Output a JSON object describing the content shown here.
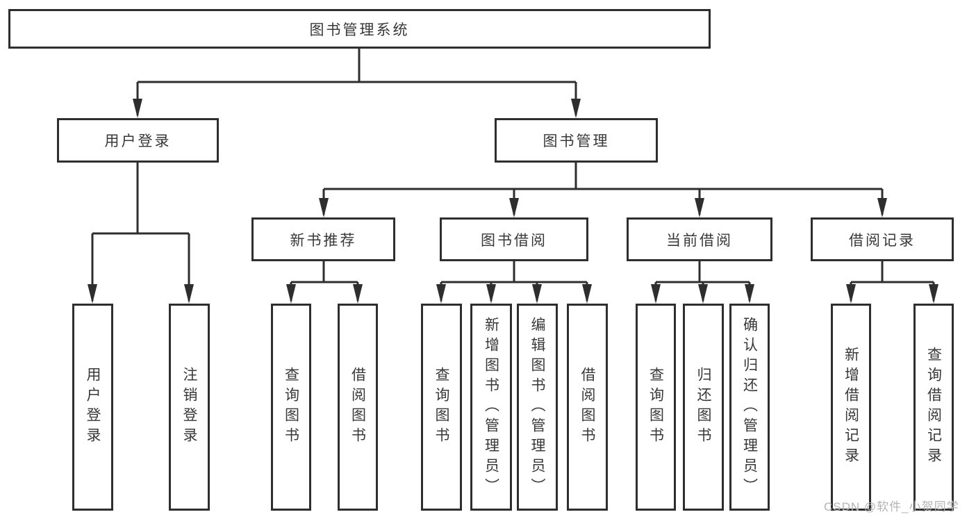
{
  "tree": {
    "root": {
      "label": "图书管理系统"
    },
    "branches": [
      {
        "label": "用户登录",
        "children": [
          {
            "label": "用户登录"
          },
          {
            "label": "注销登录"
          }
        ]
      },
      {
        "label": "图书管理",
        "modules": [
          {
            "label": "新书推荐",
            "children": [
              {
                "label": "查询图书"
              },
              {
                "label": "借阅图书"
              }
            ]
          },
          {
            "label": "图书借阅",
            "children": [
              {
                "label": "查询图书"
              },
              {
                "label": "新增图书（管理员）"
              },
              {
                "label": "编辑图书（管理员）"
              },
              {
                "label": "借阅图书"
              }
            ]
          },
          {
            "label": "当前借阅",
            "children": [
              {
                "label": "查询图书"
              },
              {
                "label": "归还图书"
              },
              {
                "label": "确认归还（管理员）"
              }
            ]
          },
          {
            "label": "借阅记录",
            "children": [
              {
                "label": "新增借阅记录"
              },
              {
                "label": "查询借阅记录"
              }
            ]
          }
        ]
      }
    ]
  },
  "watermark": {
    "text": "CSDN @软件_小贺同学"
  },
  "colors": {
    "line": "#2e2e2e",
    "text": "#383838",
    "watermark": "#b4b4b4",
    "background": "#ffffff"
  }
}
